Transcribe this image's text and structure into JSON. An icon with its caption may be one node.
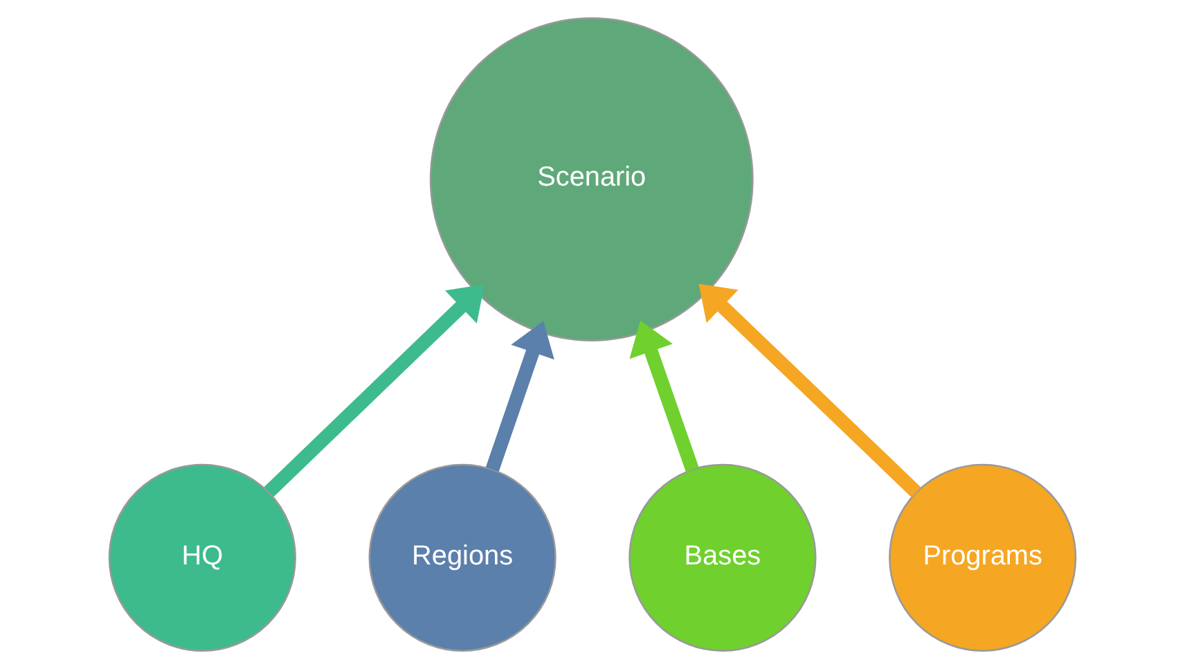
{
  "diagram": {
    "nodes": [
      {
        "text": [
          "Scenario"
        ]
      },
      {
        "text": [
          "HQ"
        ]
      },
      {
        "text": [
          "Regions"
        ]
      },
      {
        "text": [
          "Bases"
        ]
      },
      {
        "text": [
          "Programs"
        ]
      }
    ],
    "edges": [
      {
        "from": 1,
        "to": 0,
        "arrow": "to",
        "color": "#3dbb8c"
      },
      {
        "from": 2,
        "to": 0,
        "arrow": "to",
        "color": "#5a80ab"
      },
      {
        "from": 3,
        "to": 0,
        "arrow": "to",
        "color": "#6fd02e"
      },
      {
        "from": 4,
        "to": 0,
        "arrow": "to",
        "color": "#f5a623"
      }
    ]
  }
}
